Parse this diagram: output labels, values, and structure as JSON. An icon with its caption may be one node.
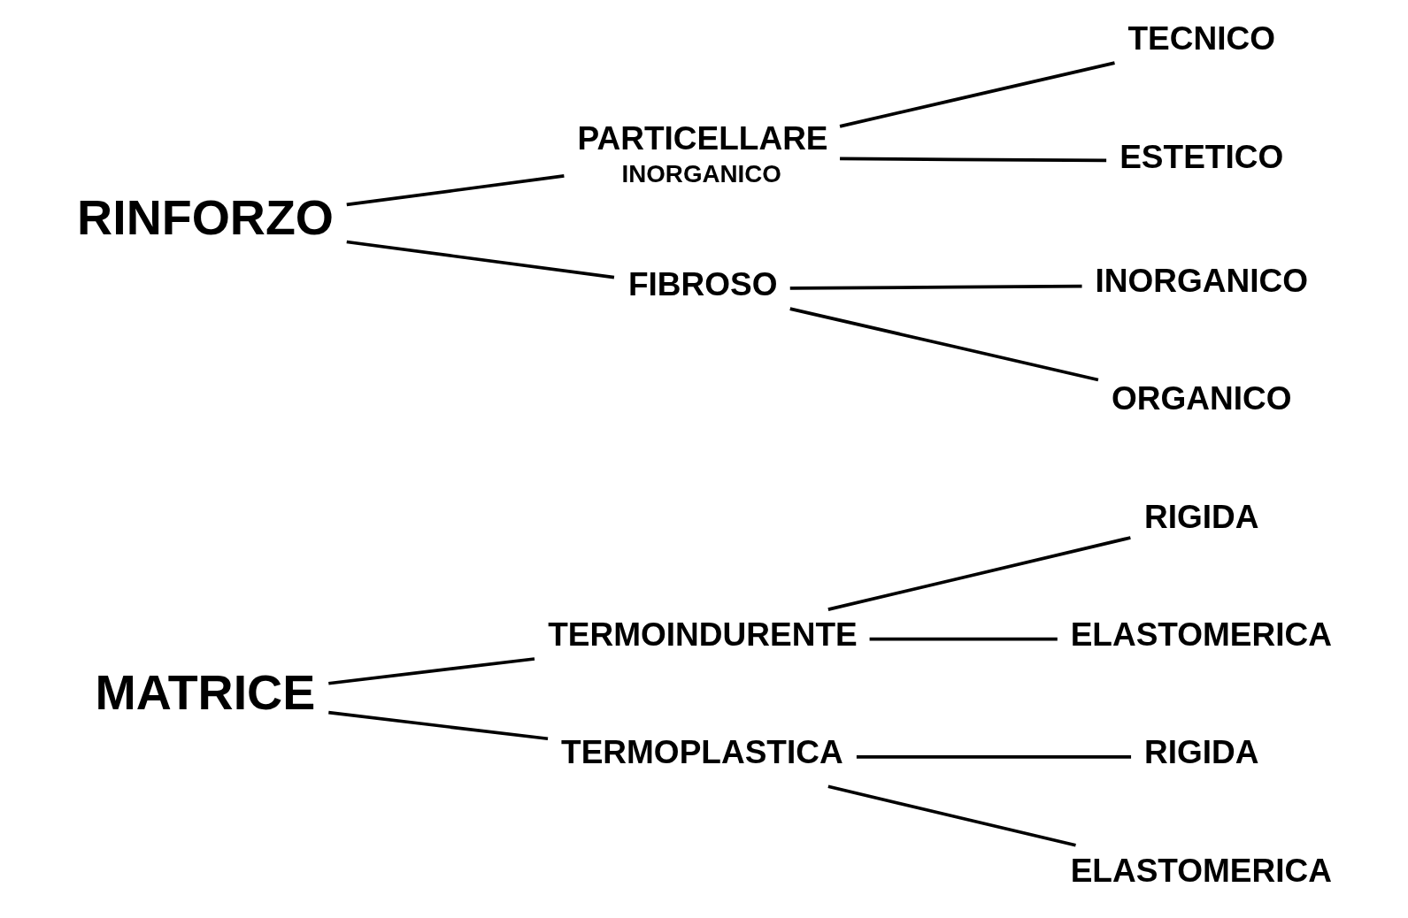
{
  "diagram": {
    "nodes": [
      {
        "text": [
          "MATRICE"
        ]
      },
      {
        "text": [
          "TERMOINDURENTE"
        ]
      },
      {
        "text": [
          "RIGIDA"
        ]
      },
      {
        "text": [
          "ELASTOMERICA"
        ]
      },
      {
        "text": [
          "TERMOPLASTICA"
        ]
      },
      {
        "text": [
          "RIGIDA"
        ]
      },
      {
        "text": [
          "ELASTOMERICA"
        ]
      },
      {
        "text": [
          "RINFORZO"
        ]
      },
      {
        "text": [
          "PARTICELLARE",
          "INORGANICO"
        ]
      },
      {
        "text": [
          "TECNICO"
        ]
      },
      {
        "text": [
          "ESTETICO"
        ]
      },
      {
        "text": [
          "FIBROSO"
        ]
      },
      {
        "text": [
          "INORGANICO"
        ]
      },
      {
        "text": [
          "ORGANICO"
        ]
      }
    ],
    "edges": [
      {
        "from": 0,
        "to": 1,
        "arrow": "none"
      },
      {
        "from": 0,
        "to": 4,
        "arrow": "none"
      },
      {
        "from": 1,
        "to": 2,
        "arrow": "none"
      },
      {
        "from": 1,
        "to": 3,
        "arrow": "none"
      },
      {
        "from": 4,
        "to": 5,
        "arrow": "none"
      },
      {
        "from": 4,
        "to": 6,
        "arrow": "none"
      },
      {
        "from": 7,
        "to": 8,
        "arrow": "none"
      },
      {
        "from": 7,
        "to": 11,
        "arrow": "none"
      },
      {
        "from": 8,
        "to": 9,
        "arrow": "none"
      },
      {
        "from": 8,
        "to": 10,
        "arrow": "none"
      },
      {
        "from": 11,
        "to": 12,
        "arrow": "none"
      },
      {
        "from": 11,
        "to": 13,
        "arrow": "none"
      }
    ]
  }
}
